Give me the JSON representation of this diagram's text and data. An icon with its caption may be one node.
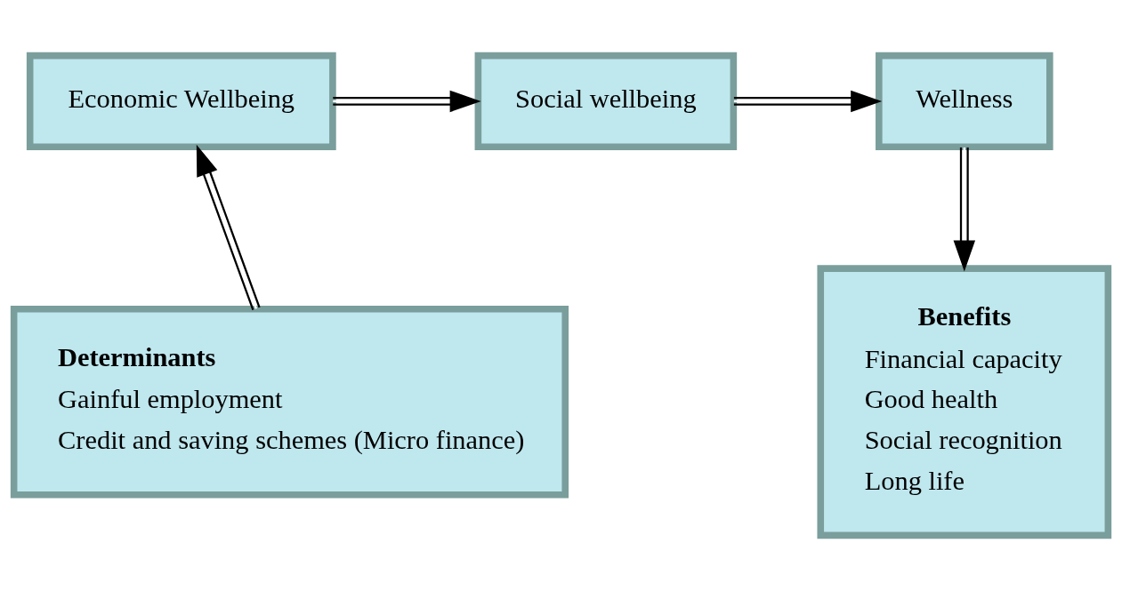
{
  "diagram": {
    "nodes": [
      {
        "text": [
          "Economic Wellbeing"
        ]
      },
      {
        "text": [
          "Social wellbeing"
        ]
      },
      {
        "text": [
          "Wellness"
        ]
      },
      {
        "text": [
          "Determinants",
          "Gainful employment",
          "Credit and saving schemes (Micro finance)"
        ]
      },
      {
        "text": [
          "Benefits",
          "Financial capacity",
          "Good health",
          "Social recognition",
          "Long life"
        ]
      }
    ],
    "edges": [
      {
        "from": 0,
        "to": 1,
        "arrow": "to"
      },
      {
        "from": 1,
        "to": 2,
        "arrow": "to"
      },
      {
        "from": 3,
        "to": 0,
        "arrow": "to"
      },
      {
        "from": 2,
        "to": 4,
        "arrow": "to"
      }
    ]
  }
}
